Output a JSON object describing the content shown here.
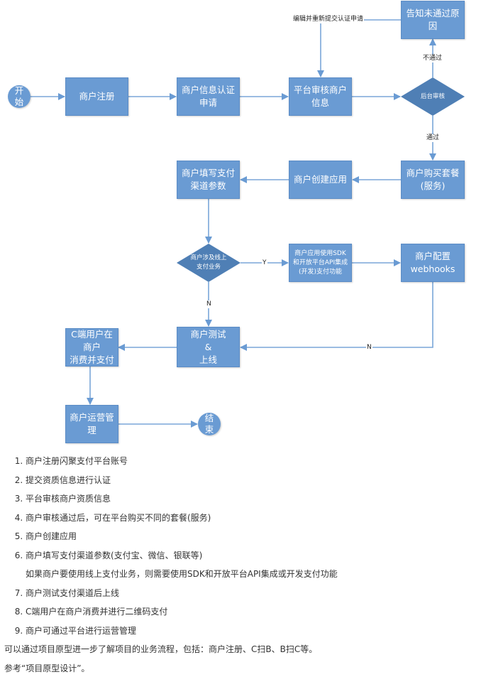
{
  "colors": {
    "node": "#6a9bd3",
    "decision": "#4f7fb5",
    "edge": "#7aa6d8",
    "text": "#333333"
  },
  "flow": {
    "start": "开\n始",
    "end": "结\n束",
    "nodes": {
      "register": "商户注册",
      "cert_apply": "商户信息认证\n申请",
      "platform_review": "平台审核商户\n信息",
      "reject_reason": "告知未通过原\n因",
      "buy_package": "商户购买套餐\n(服务)",
      "create_app": "商户创建应用",
      "fill_channel": "商户填写支付\n渠道参数",
      "sdk_integration": "商户应用使用SDK\n和开放平台API集成\n(开发)支付功能",
      "webhooks": "商户配置\nwebhooks",
      "test_online": "商户测试\n&\n上线",
      "c_user_pay": "C端用户在商户\n消费并支付",
      "operations": "商户运营管理"
    },
    "decisions": {
      "backend_review": "后台审核",
      "online_payment": "商户涉及线上\n支付业务"
    },
    "edge_labels": {
      "resubmit": "编辑并重新提交认证申请",
      "not_passed": "不通过",
      "passed": "通过",
      "yes": "Y",
      "no_down": "N",
      "no_back": "N"
    }
  },
  "notes": {
    "steps": [
      "商户注册闪聚支付平台账号",
      "提交资质信息进行认证",
      "平台审核商户资质信息",
      "商户审核通过后，可在平台购买不同的套餐(服务)",
      "商户创建应用",
      "商户填写支付渠道参数(支付宝、微信、银联等)",
      "商户测试支付渠道后上线",
      "C端用户在商户消费并进行二维码支付",
      "商户可通过平台进行运营管理"
    ],
    "step6_sub": "如果商户要使用线上支付业务，则需要使用SDK和开放平台API集成或开发支付功能",
    "para1": "可以通过项目原型进一步了解项目的业务流程，包括：商户注册、C扫B、B扫C等。",
    "para2": "参考“项目原型设计”。"
  }
}
